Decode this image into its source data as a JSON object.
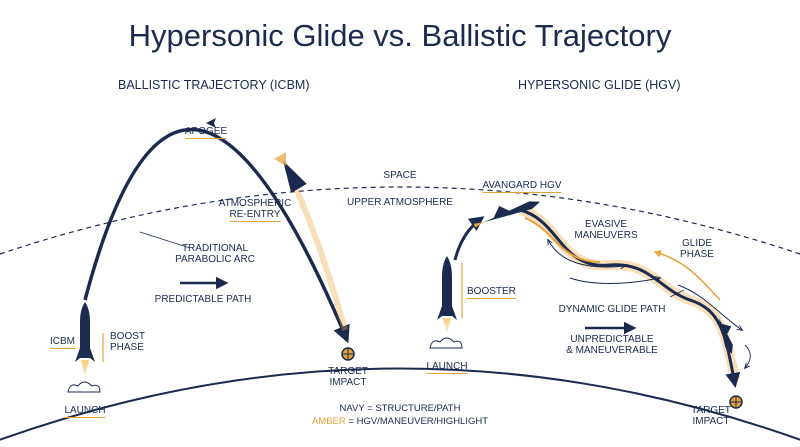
{
  "title": "Hypersonic Glide vs. Ballistic Trajectory",
  "colors": {
    "navy": "#1b2a4e",
    "amber": "#e8a23c",
    "background": "#ffffff"
  },
  "ballistic": {
    "heading": "BALLISTIC TRAJECTORY (ICBM)",
    "apogee": "APOGEE",
    "reentry_1": "ATMOSPHERIC",
    "reentry_2": "RE-ENTRY",
    "arc_1": "TRADITIONAL",
    "arc_2": "PARABOLIC ARC",
    "predictable": "PREDICTABLE PATH",
    "icbm": "ICBM",
    "boost_1": "BOOST",
    "boost_2": "PHASE",
    "launch": "LAUNCH",
    "target_1": "TARGET",
    "target_2": "IMPACT"
  },
  "space": "SPACE",
  "upper_atmosphere": "UPPER ATMOSPHERE",
  "hgv": {
    "heading": "HYPERSONIC GLIDE (HGV)",
    "avangard": "AVANGARD HGV",
    "evasive_1": "EVASIVE",
    "evasive_2": "MANEUVERS",
    "glide_1": "GLIDE",
    "glide_2": "PHASE",
    "booster": "BOOSTER",
    "dynamic": "DYNAMIC GLIDE PATH",
    "unpredictable_1": "UNPREDICTABLE",
    "unpredictable_2": "& MANEUVERABLE",
    "launch": "LAUNCH",
    "target_1": "TARGET",
    "target_2": "IMPACT"
  },
  "legend": {
    "navy_word": "NAVY",
    "navy_meaning": "= STRUCTURE/PATH",
    "amber_word": "AMBER",
    "amber_meaning": "= HGV/MANEUVER/HIGHLIGHT"
  },
  "icons": [
    "icbm-rocket-icon",
    "reentry-vehicle-icon",
    "booster-rocket-icon",
    "hgv-glider-icon",
    "target-crosshair-icon",
    "launch-smoke-icon",
    "arrow-icon"
  ]
}
